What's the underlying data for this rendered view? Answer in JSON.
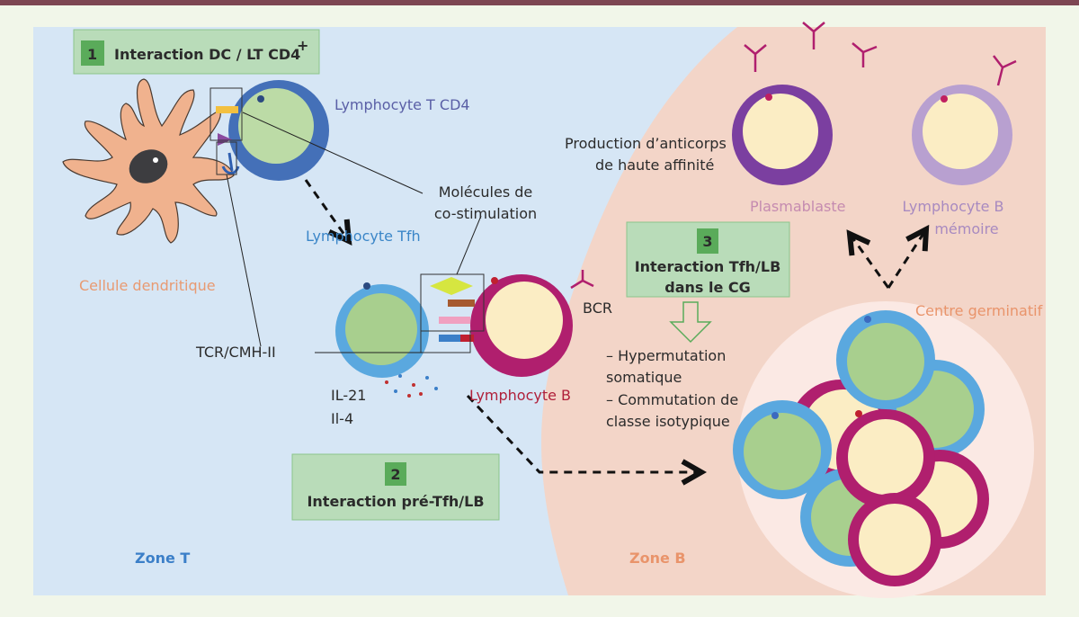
{
  "colors": {
    "zone_t": "#d6e6f5",
    "zone_b": "#f3d5c8",
    "step_box": "#b9dcb9",
    "step_num": "#5aab5a",
    "t_cd4": "#4470b8",
    "tfh": "#5aa8df",
    "b_cell": "#b01f6e",
    "plasmablast": "#7b3fa0",
    "memory_b": "#b8a0d0",
    "dendritic": "#f0b28e"
  },
  "step1": {
    "number": "1",
    "title": "Interaction DC / LT CD4",
    "superscript": "+"
  },
  "step2": {
    "number": "2",
    "title": "Interaction pré-Tfh/LB"
  },
  "step3": {
    "number": "3",
    "title_line1": "Interaction Tfh/LB",
    "title_line2": "dans le CG"
  },
  "labels": {
    "t_cd4": "Lymphocyte T CD4",
    "dendritic": "Cellule dendritique",
    "costim_line1": "Molécules de",
    "costim_line2": "co-stimulation",
    "tfh": "Lymphocyte Tfh",
    "bcr": "BCR",
    "tcr": "TCR/CMH-II",
    "il21": "IL-21",
    "il4": "Il-4",
    "b_cell": "Lymphocyte B",
    "antibody_line1": "Production d’anticorps",
    "antibody_line2": "de haute affinité",
    "plasmablast": "Plasmablaste",
    "memory_line1": "Lymphocyte B",
    "memory_line2": "mémoire",
    "germinal_center": "Centre germinatif",
    "outcome1_line1": "– Hypermutation",
    "outcome1_line2": "somatique",
    "outcome2_line1": "– Commutation de",
    "outcome2_line2": "classe isotypique",
    "zone_t": "Zone T",
    "zone_b": "Zone B"
  }
}
